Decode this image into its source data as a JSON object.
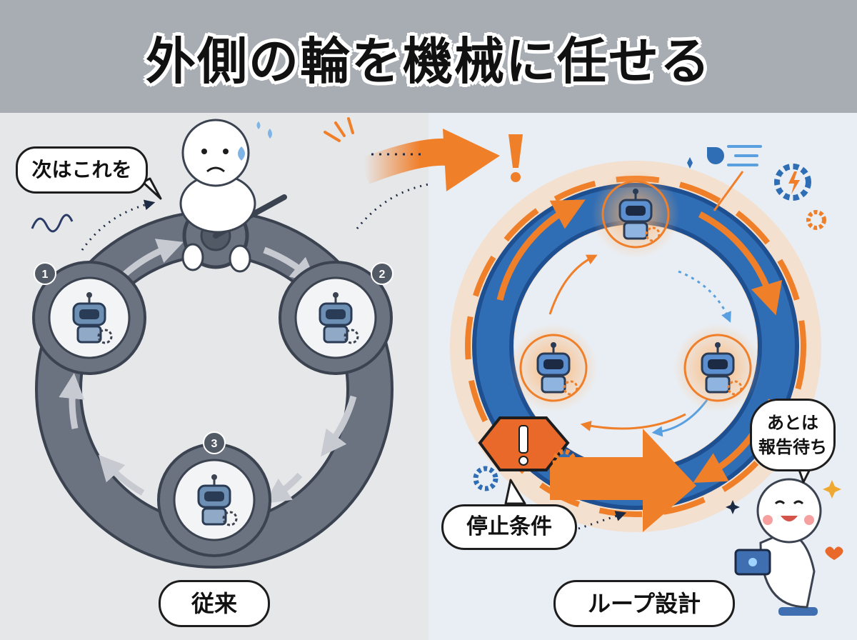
{
  "title": "外側の輪を機械に任せる",
  "left": {
    "speech": "次はこれを",
    "steps": [
      "1",
      "2",
      "3"
    ],
    "label": "従来"
  },
  "right": {
    "speech": "あとは\n報告待ち",
    "stop_label": "停止条件",
    "label": "ループ設計"
  },
  "colors": {
    "orange": "#f07f2a",
    "blue": "#2f6db5",
    "gray_loop": "#6b7280"
  }
}
